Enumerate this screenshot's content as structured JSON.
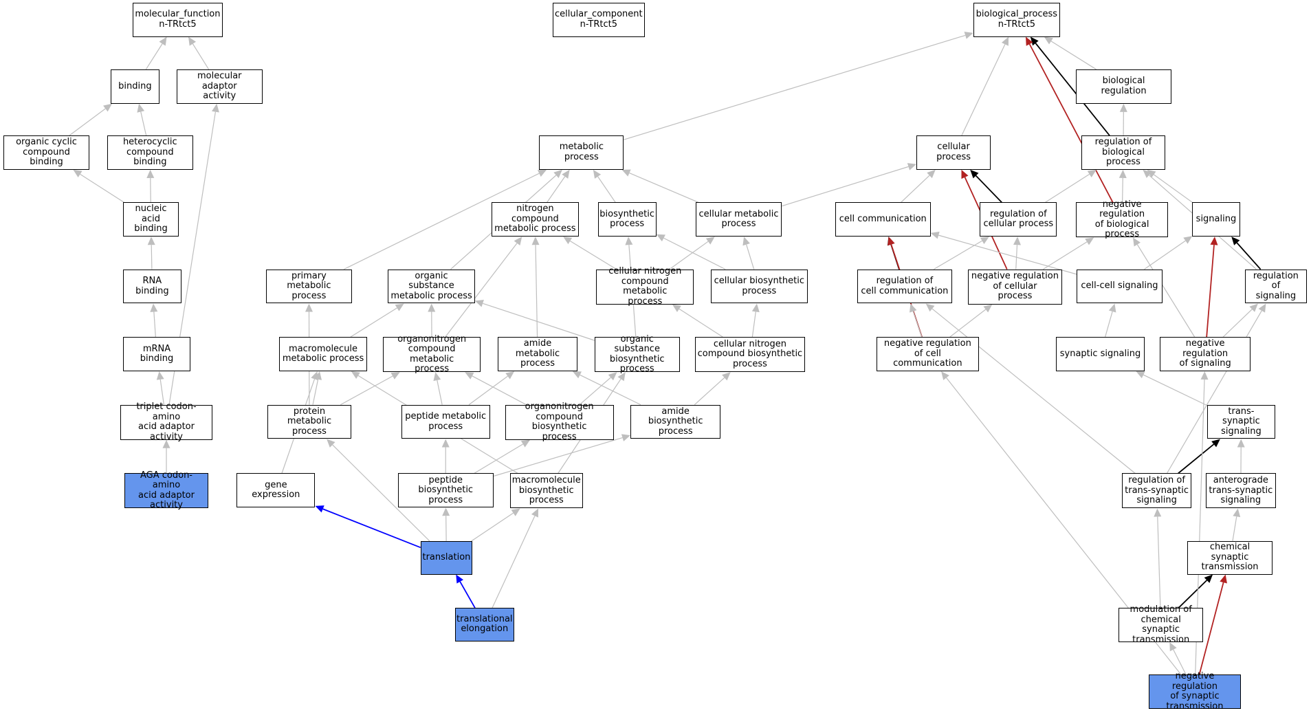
{
  "colors": {
    "default_edge": "#bebebe",
    "is_a_black": "#000000",
    "negative_regulation": "#b22222",
    "highlight_edge": "#0000ff",
    "highlight_node_fill": "#6495ed"
  },
  "nodes": {
    "mf": "molecular_function\nn-TRtct5",
    "cc": "cellular_component\nn-TRtct5",
    "bp": "biological_process\nn-TRtct5",
    "binding": "binding",
    "mol_adaptor": "molecular adaptor\nactivity",
    "org_cyclic": "organic cyclic\ncompound binding",
    "heterocyclic": "heterocyclic\ncompound binding",
    "nucleic_acid": "nucleic acid\nbinding",
    "rna_binding": "RNA binding",
    "mrna_binding": "mRNA binding",
    "triplet": "triplet codon-amino\nacid adaptor\nactivity",
    "aga": "AGA codon-amino\nacid adaptor\nactivity",
    "metabolic": "metabolic process",
    "nitrogen_comp": "nitrogen compound\nmetabolic process",
    "biosynthetic": "biosynthetic\nprocess",
    "cell_metabolic": "cellular metabolic\nprocess",
    "primary_metabolic": "primary metabolic\nprocess",
    "org_subst_met": "organic substance\nmetabolic process",
    "cell_nitrogen_met": "cellular nitrogen\ncompound metabolic\nprocess",
    "cell_biosynthetic": "cellular biosynthetic\nprocess",
    "macromol_met": "macromolecule\nmetabolic process",
    "organonitrogen_met": "organonitrogen\ncompound metabolic\nprocess",
    "amide_met": "amide metabolic\nprocess",
    "org_subst_bio": "organic substance\nbiosynthetic\nprocess",
    "cell_nitrogen_bio": "cellular nitrogen\ncompound biosynthetic\nprocess",
    "protein_met": "protein metabolic\nprocess",
    "peptide_met": "peptide metabolic\nprocess",
    "organonitrogen_bio": "organonitrogen\ncompound biosynthetic\nprocess",
    "amide_bio": "amide biosynthetic\nprocess",
    "gene_expr": "gene expression",
    "peptide_bio": "peptide biosynthetic\nprocess",
    "macromol_bio": "macromolecule\nbiosynthetic\nprocess",
    "translation": "translation",
    "trans_elong": "translational\nelongation",
    "cellular_process": "cellular process",
    "bio_reg": "biological regulation",
    "reg_bio": "regulation of\nbiological process",
    "cell_comm": "cell communication",
    "reg_cell_proc": "regulation of\ncellular process",
    "neg_reg_bio": "negative regulation\nof biological\nprocess",
    "signaling": "signaling",
    "reg_cell_comm": "regulation of\ncell communication",
    "neg_reg_cell_proc": "negative regulation\nof cellular\nprocess",
    "cell_cell_sig": "cell-cell signaling",
    "reg_signaling": "regulation of\nsignaling",
    "neg_reg_cell_comm": "negative regulation\nof cell communication",
    "synaptic_sig": "synaptic signaling",
    "neg_reg_sig": "negative regulation\nof signaling",
    "trans_syn": "trans-synaptic\nsignaling",
    "reg_trans_syn": "regulation of\ntrans-synaptic\nsignaling",
    "antero": "anterograde\ntrans-synaptic\nsignaling",
    "chem_syn": "chemical synaptic\ntransmission",
    "mod_chem_syn": "modulation of\nchemical synaptic\ntransmission",
    "neg_reg_syn": "negative regulation\nof synaptic\ntransmission"
  },
  "highlighted_nodes": [
    "aga",
    "translation",
    "trans_elong",
    "neg_reg_syn"
  ],
  "edges": [
    [
      "binding",
      "mf",
      "default"
    ],
    [
      "mol_adaptor",
      "mf",
      "default"
    ],
    [
      "org_cyclic",
      "binding",
      "default"
    ],
    [
      "heterocyclic",
      "binding",
      "default"
    ],
    [
      "nucleic_acid",
      "org_cyclic",
      "default"
    ],
    [
      "nucleic_acid",
      "heterocyclic",
      "default"
    ],
    [
      "rna_binding",
      "nucleic_acid",
      "default"
    ],
    [
      "mrna_binding",
      "rna_binding",
      "default"
    ],
    [
      "triplet",
      "mrna_binding",
      "default"
    ],
    [
      "triplet",
      "mol_adaptor",
      "default"
    ],
    [
      "aga",
      "triplet",
      "default"
    ],
    [
      "metabolic",
      "bp",
      "default"
    ],
    [
      "cellular_process",
      "bp",
      "default"
    ],
    [
      "bio_reg",
      "bp",
      "default"
    ],
    [
      "reg_bio",
      "bp",
      "black"
    ],
    [
      "neg_reg_bio",
      "bp",
      "red"
    ],
    [
      "reg_bio",
      "bio_reg",
      "default"
    ],
    [
      "nitrogen_comp",
      "metabolic",
      "default"
    ],
    [
      "biosynthetic",
      "metabolic",
      "default"
    ],
    [
      "cell_metabolic",
      "metabolic",
      "default"
    ],
    [
      "primary_metabolic",
      "metabolic",
      "default"
    ],
    [
      "org_subst_met",
      "metabolic",
      "default"
    ],
    [
      "cell_metabolic",
      "cellular_process",
      "default"
    ],
    [
      "cell_comm",
      "cellular_process",
      "default"
    ],
    [
      "reg_cell_proc",
      "cellular_process",
      "black"
    ],
    [
      "neg_reg_cell_proc",
      "cellular_process",
      "red"
    ],
    [
      "reg_cell_proc",
      "reg_bio",
      "default"
    ],
    [
      "neg_reg_bio",
      "reg_bio",
      "default"
    ],
    [
      "signaling",
      "reg_bio",
      "default"
    ],
    [
      "reg_signaling",
      "reg_bio",
      "default"
    ],
    [
      "cell_nitrogen_met",
      "nitrogen_comp",
      "default"
    ],
    [
      "cell_nitrogen_met",
      "cell_metabolic",
      "default"
    ],
    [
      "cell_biosynthetic",
      "biosynthetic",
      "default"
    ],
    [
      "cell_biosynthetic",
      "cell_metabolic",
      "default"
    ],
    [
      "macromol_met",
      "org_subst_met",
      "default"
    ],
    [
      "organonitrogen_met",
      "org_subst_met",
      "default"
    ],
    [
      "organonitrogen_met",
      "nitrogen_comp",
      "default"
    ],
    [
      "amide_met",
      "nitrogen_comp",
      "default"
    ],
    [
      "org_subst_bio",
      "org_subst_met",
      "default"
    ],
    [
      "org_subst_bio",
      "biosynthetic",
      "default"
    ],
    [
      "cell_nitrogen_bio",
      "cell_nitrogen_met",
      "default"
    ],
    [
      "cell_nitrogen_bio",
      "cell_biosynthetic",
      "default"
    ],
    [
      "protein_met",
      "primary_metabolic",
      "default"
    ],
    [
      "protein_met",
      "macromol_met",
      "default"
    ],
    [
      "protein_met",
      "organonitrogen_met",
      "default"
    ],
    [
      "peptide_met",
      "organonitrogen_met",
      "default"
    ],
    [
      "peptide_met",
      "amide_met",
      "default"
    ],
    [
      "organonitrogen_bio",
      "organonitrogen_met",
      "default"
    ],
    [
      "organonitrogen_bio",
      "org_subst_bio",
      "default"
    ],
    [
      "amide_bio",
      "amide_met",
      "default"
    ],
    [
      "amide_bio",
      "cell_nitrogen_bio",
      "default"
    ],
    [
      "gene_expr",
      "macromol_met",
      "default"
    ],
    [
      "peptide_bio",
      "peptide_met",
      "default"
    ],
    [
      "peptide_bio",
      "organonitrogen_bio",
      "default"
    ],
    [
      "peptide_bio",
      "amide_bio",
      "default"
    ],
    [
      "macromol_bio",
      "macromol_met",
      "default"
    ],
    [
      "macromol_bio",
      "org_subst_bio",
      "default"
    ],
    [
      "translation",
      "gene_expr",
      "blue"
    ],
    [
      "translation",
      "protein_met",
      "default"
    ],
    [
      "translation",
      "peptide_bio",
      "default"
    ],
    [
      "translation",
      "macromol_bio",
      "default"
    ],
    [
      "trans_elong",
      "translation",
      "blue"
    ],
    [
      "trans_elong",
      "macromol_bio",
      "default"
    ],
    [
      "reg_cell_comm",
      "cell_comm",
      "black"
    ],
    [
      "reg_cell_comm",
      "reg_cell_proc",
      "default"
    ],
    [
      "neg_reg_cell_proc",
      "reg_cell_proc",
      "default"
    ],
    [
      "neg_reg_cell_proc",
      "neg_reg_bio",
      "default"
    ],
    [
      "cell_cell_sig",
      "cell_comm",
      "default"
    ],
    [
      "cell_cell_sig",
      "signaling",
      "default"
    ],
    [
      "reg_signaling",
      "signaling",
      "black"
    ],
    [
      "neg_reg_sig",
      "signaling",
      "red"
    ],
    [
      "neg_reg_sig",
      "neg_reg_bio",
      "default"
    ],
    [
      "neg_reg_sig",
      "reg_signaling",
      "default"
    ],
    [
      "neg_reg_cell_comm",
      "cell_comm",
      "red"
    ],
    [
      "neg_reg_cell_comm",
      "reg_cell_comm",
      "default"
    ],
    [
      "neg_reg_cell_comm",
      "neg_reg_cell_proc",
      "default"
    ],
    [
      "synaptic_sig",
      "cell_cell_sig",
      "default"
    ],
    [
      "trans_syn",
      "synaptic_sig",
      "default"
    ],
    [
      "reg_trans_syn",
      "trans_syn",
      "black"
    ],
    [
      "reg_trans_syn",
      "reg_cell_comm",
      "default"
    ],
    [
      "reg_trans_syn",
      "reg_signaling",
      "default"
    ],
    [
      "antero",
      "trans_syn",
      "default"
    ],
    [
      "chem_syn",
      "antero",
      "default"
    ],
    [
      "mod_chem_syn",
      "chem_syn",
      "black"
    ],
    [
      "mod_chem_syn",
      "reg_trans_syn",
      "default"
    ],
    [
      "neg_reg_syn",
      "mod_chem_syn",
      "default"
    ],
    [
      "neg_reg_syn",
      "chem_syn",
      "red"
    ],
    [
      "neg_reg_syn",
      "neg_reg_cell_comm",
      "default"
    ],
    [
      "neg_reg_syn",
      "neg_reg_sig",
      "default"
    ]
  ]
}
